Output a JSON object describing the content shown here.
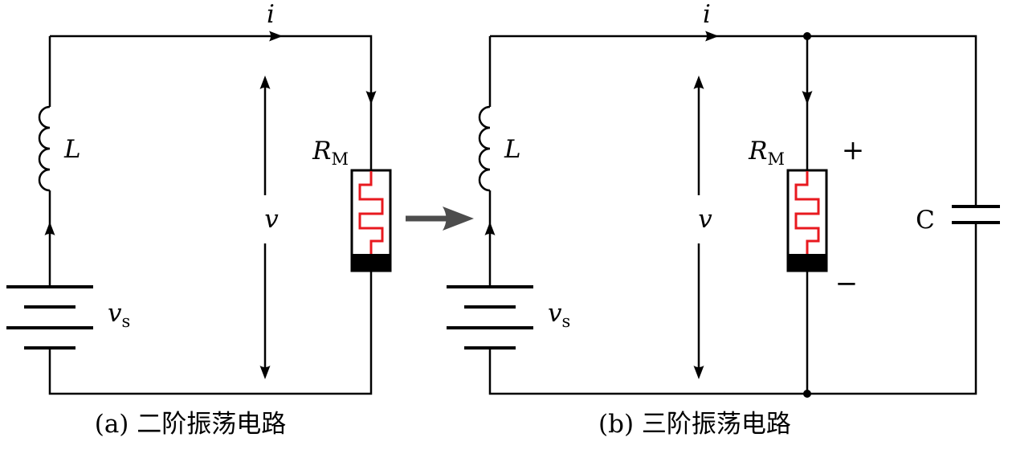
{
  "figure": {
    "colors": {
      "wire": "#000000",
      "memristor": "#e8191f",
      "transform_arrow": "#4d4d4d"
    },
    "circuit_a": {
      "caption": "(a) 二阶振荡电路",
      "labels": {
        "current": "i",
        "inductor": "L",
        "voltage": "v",
        "source_main": "v",
        "source_sub": "s",
        "memristor_main": "R",
        "memristor_sub": "M"
      }
    },
    "circuit_b": {
      "caption": "(b) 三阶振荡电路",
      "labels": {
        "current": "i",
        "inductor": "L",
        "voltage": "v",
        "source_main": "v",
        "source_sub": "s",
        "memristor_main": "R",
        "memristor_sub": "M",
        "capacitor": "C",
        "plus": "+",
        "minus": "−"
      }
    }
  }
}
